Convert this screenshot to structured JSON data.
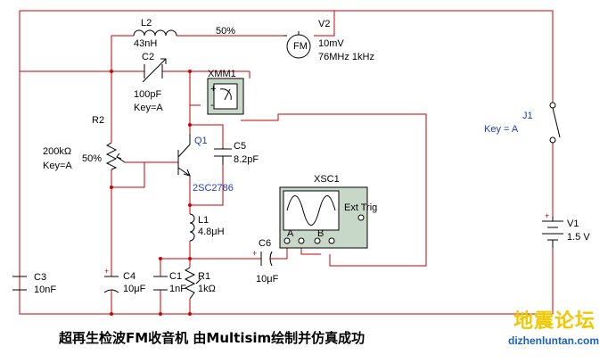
{
  "labels": {
    "l2_name": "L2",
    "l2_value": "43nH",
    "pct_top": "50%",
    "v2_name": "V2",
    "v2_value": "10mV",
    "v2_freq": "76MHz 1kHz",
    "fm_glyph": "FM",
    "c2_name": "C2",
    "c2_value": "100pF",
    "c2_key": "Key=A",
    "xmm1_name": "XMM1",
    "r2_name": "R2",
    "r2_value": "200kΩ",
    "r2_key": "Key=A",
    "r2_pct": "50%",
    "q1_name": "Q1",
    "q1_model": "2SC2786",
    "c5_name": "C5",
    "c5_value": "8.2pF",
    "xsc1_name": "XSC1",
    "ext_trig": "Ext Trig",
    "port_a": "A",
    "port_b": "B",
    "l1_name": "L1",
    "l1_value": "4.8μH",
    "c6_name": "C6",
    "c6_value": "10μF",
    "c3_name": "C3",
    "c3_value": "10nF",
    "c4_name": "C4",
    "c4_value": "10μF",
    "c1_name": "C1",
    "c1_value": "1nF",
    "r1_name": "R1",
    "r1_value": "1kΩ",
    "j1_name": "J1",
    "j1_key": "Key = A",
    "v1_name": "V1",
    "v1_value": "1.5 V"
  },
  "caption": "超再生检波FM收音机 由Multisim绘制并仿真成功",
  "watermark": {
    "cn": "地震论坛",
    "url": "dizhenluntan.com"
  },
  "colors": {
    "wire": "#cc0000",
    "component": "#000000",
    "label_blue": "#1e3fb0",
    "instrument_bg": "#c8d8c8",
    "watermark_yellow": "#f0c800",
    "watermark_blue": "#1a5fc8"
  }
}
